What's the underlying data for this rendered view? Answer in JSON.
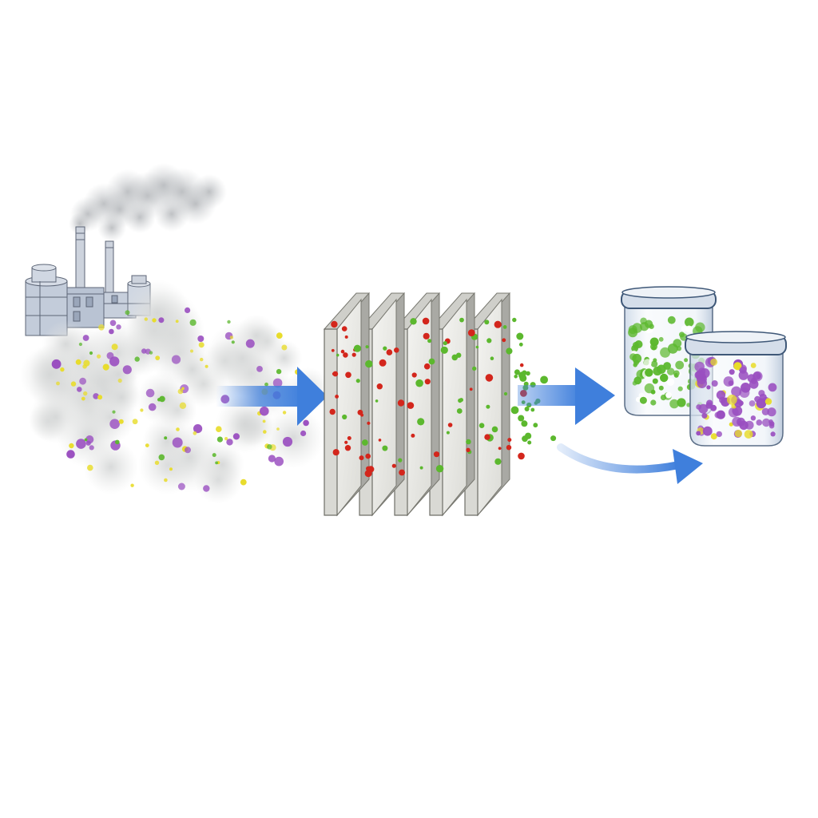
{
  "diagram": {
    "stages": [
      {
        "id": "factory",
        "icon": "factory-icon"
      },
      {
        "id": "emission-cloud",
        "icon": "particle-cloud"
      },
      {
        "id": "filter-stack",
        "icon": "filter-plates",
        "plate_count": 5
      },
      {
        "id": "jar-green",
        "icon": "jar-icon"
      },
      {
        "id": "jar-purple",
        "icon": "jar-icon"
      }
    ],
    "colors": {
      "background": "#ffffff",
      "arrow": "#3f7fdc",
      "smoke": "#b9bcbf",
      "building": "#c7cfdc",
      "building_stroke": "#5d6677",
      "plate_face": "#e9e9e6",
      "plate_side": "#a9a9a4",
      "particle_yellow": "#e8dc2a",
      "particle_purple": "#9a4fc0",
      "particle_green": "#5cb82e",
      "particle_red": "#d3261c",
      "jar_glass": "#dfe8f3",
      "jar_lid": "#cfdae8"
    }
  }
}
